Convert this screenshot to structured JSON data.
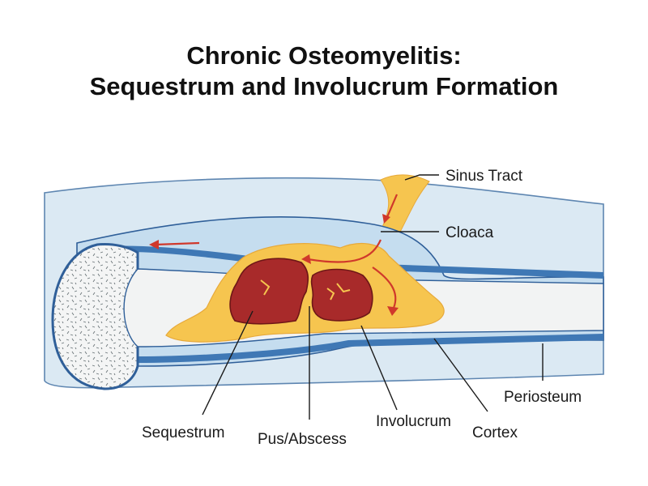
{
  "title": {
    "line1": "Chronic Osteomyelitis:",
    "line2": "Sequestrum and Involucrum Formation"
  },
  "labels": {
    "sinus_tract": "Sinus Tract",
    "cloaca": "Cloaca",
    "periosteum": "Periosteum",
    "cortex": "Cortex",
    "involucrum": "Involucrum",
    "pus_abscess": "Pus/Abscess",
    "sequestrum": "Sequestrum"
  },
  "colors": {
    "soft_tissue": "#dbe9f3",
    "outline": "#2f5f99",
    "periosteum_band": "#3f78b5",
    "involucrum_fill": "#c5ddef",
    "marrow": "#f2f3f3",
    "pus": "#f6c54f",
    "sequestrum": "#a82a2a",
    "arrow": "#d0382b"
  }
}
